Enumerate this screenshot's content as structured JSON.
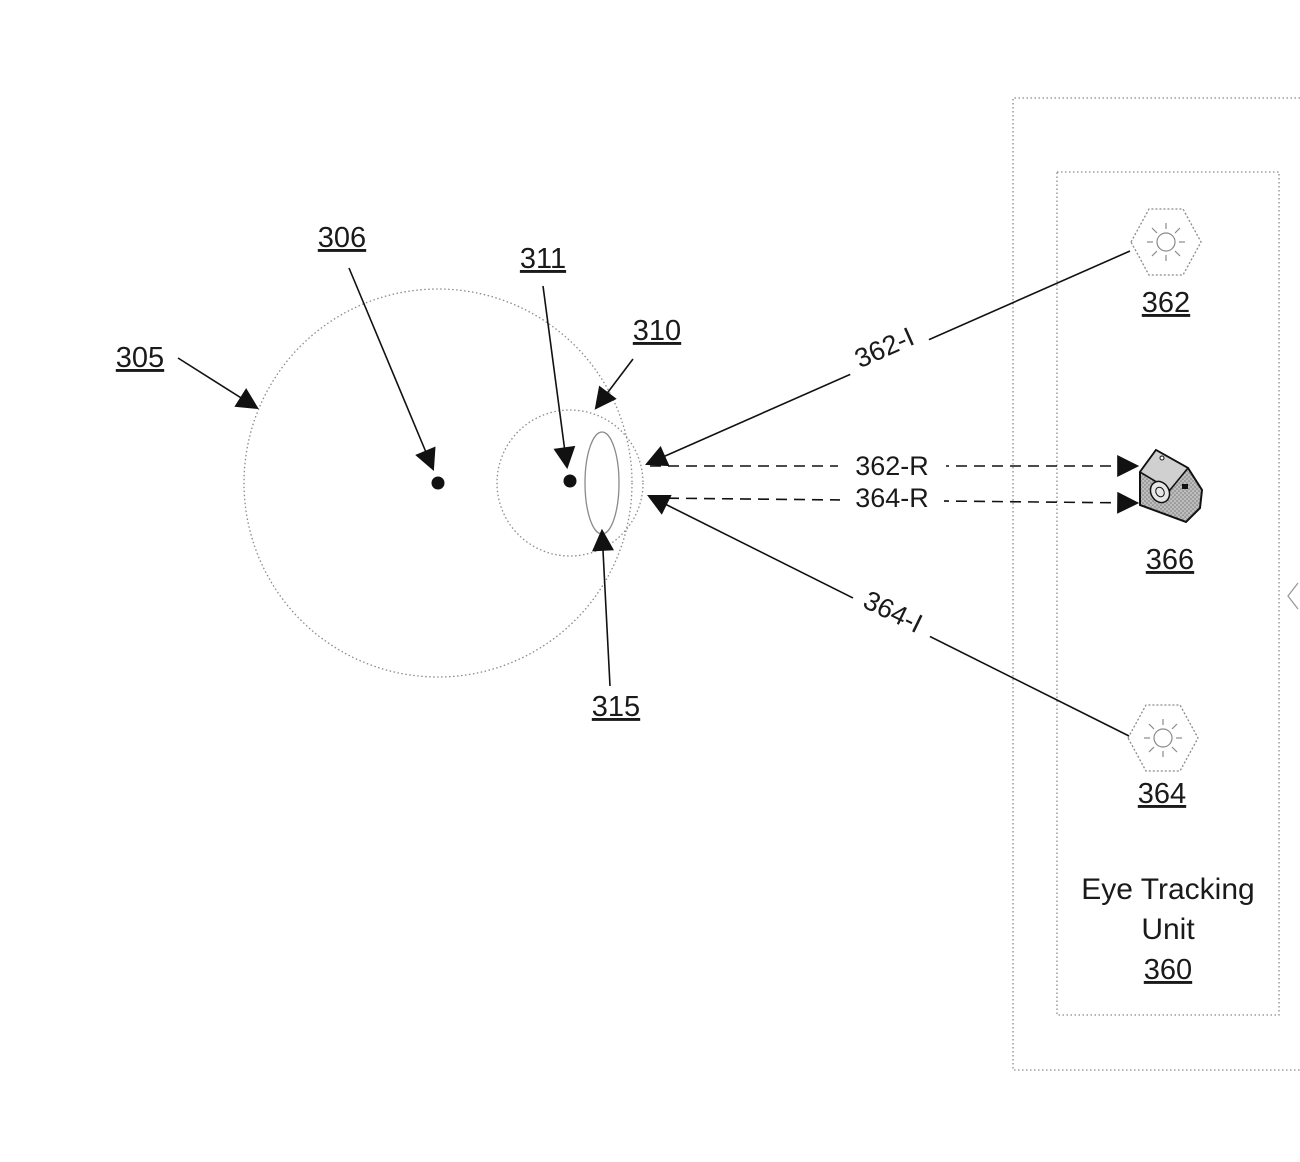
{
  "labels": {
    "eyeball": "305",
    "eyeball_center": "306",
    "cornea": "310",
    "cornea_center": "311",
    "pupil": "315",
    "source_top": "362",
    "camera": "366",
    "source_bottom": "364",
    "unit_number": "360"
  },
  "beams": {
    "incident_top": "362-I",
    "reflected_top": "362-R",
    "reflected_bottom": "364-R",
    "incident_bottom": "364-I"
  },
  "unit": {
    "title_line1": "Eye Tracking",
    "title_line2": "Unit"
  },
  "icons": {
    "source_top": "light-source-icon",
    "source_bottom": "light-source-icon",
    "camera": "camera-icon"
  }
}
